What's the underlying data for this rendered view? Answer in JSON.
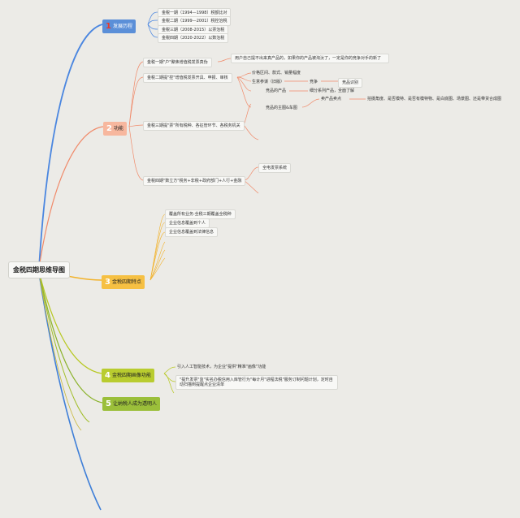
{
  "root": "金税四期思维导图",
  "branches": [
    {
      "num": "1",
      "label": "发展历程",
      "items": [
        "金税一期（1994—1998）税额比对",
        "金税二期（1999—2001）税控治税",
        "金税三期（2008-2015）以票治税",
        "金税四期（2020-2022）以数治税"
      ]
    },
    {
      "num": "2",
      "label": "功能",
      "items": [
        "金税一期\"户\"聚焦增值税发票真伪",
        "金税二期提\"控\"增值税发票开具、申报、审核",
        "金税三期提\"票\"所有税种、各征管环节、各税务机关",
        "金税四期\"数立方\"税务+非税+政府部门+人行+金融"
      ],
      "details": {
        "item0": "用户自己提不出来真产品的，如果你的产品被淘汰了，一定是你的竞争对手的新了",
        "item1": [
          "价格区间、款式、销量幅度",
          "生意参谋（旧版）",
          "竞品的产品",
          "竞品的主图&车图"
        ],
        "competition": "竞争",
        "competition_sub": "竞品识别",
        "compare": "细分系列产品，全面了解",
        "core_selling": "卖产品卖点",
        "core_selling_detail": "拍摄角度、是否模特、是否有模特物、是白底图、场景图、还是带货合成图",
        "item3": "全电发票系统"
      }
    },
    {
      "num": "3",
      "label": "金税四期特点",
      "items": [
        "覆盖所有业务:全税三期覆盖全税种",
        "企业信息覆盖到个人",
        "企业信息覆盖到法律信息"
      ]
    },
    {
      "num": "4",
      "label": "金税四期画像功能",
      "items": [
        "引入人工智能技术，为企业\"提供\"精准\"画像\"功能",
        "\"提升发票\"监\"实名办税信用入库管行为\"每计月\"进程法税\"服务订制问题计划，定时自动扫描到提醒点企业清单"
      ]
    },
    {
      "num": "5",
      "label": "让纳税人成为透明人",
      "items": []
    }
  ],
  "colors": {
    "branch1": "#5b8fd8",
    "branch2": "#f7b79e",
    "branch3": "#f6c043",
    "branch4": "#b9cc2f",
    "branch5": "#9bbf3a",
    "background": "#ecebe7"
  }
}
